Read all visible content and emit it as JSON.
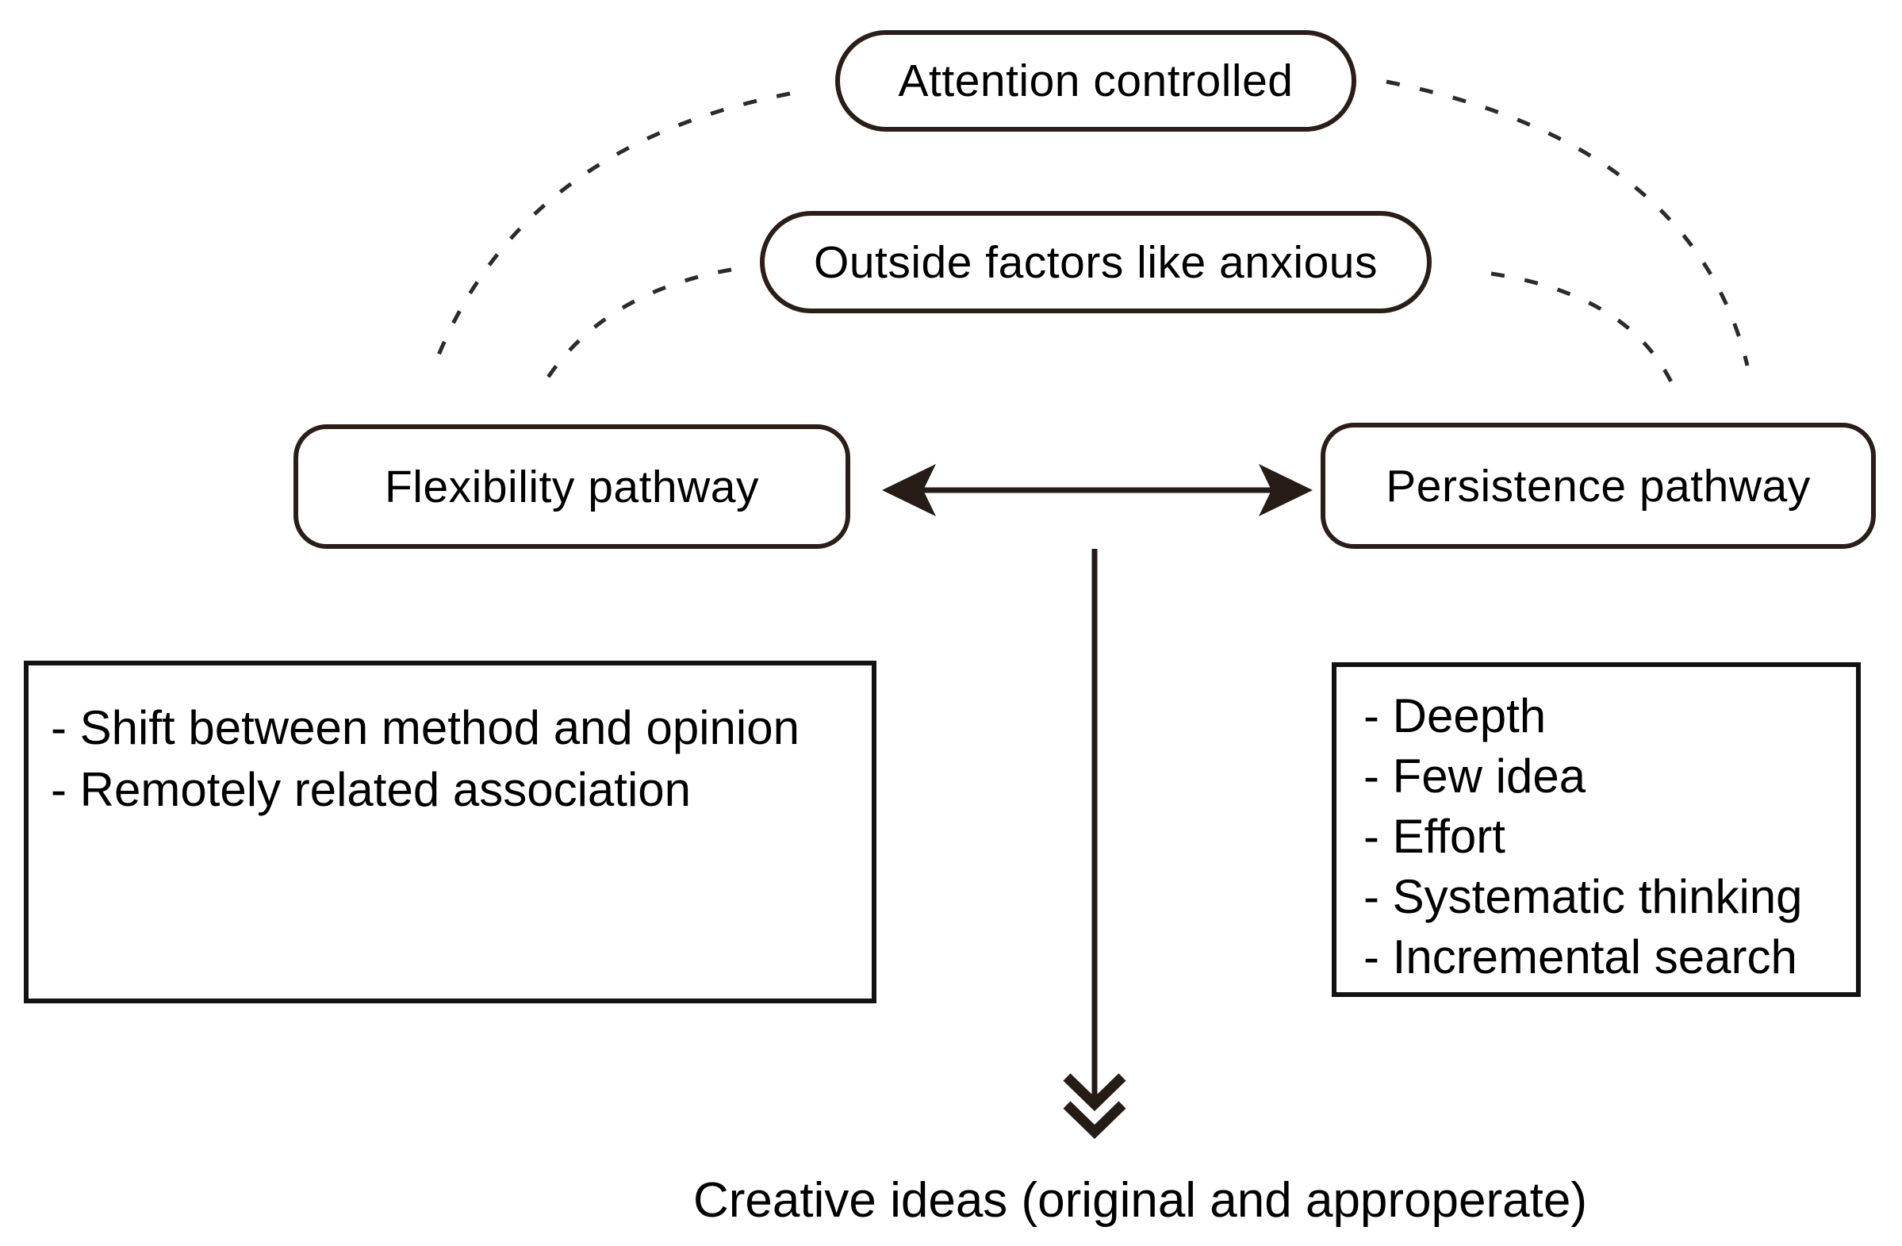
{
  "nodes": {
    "attention": "Attention controlled",
    "outside_factors": "Outside factors like anxious",
    "flexibility": "Flexibility pathway",
    "persistence": "Persistence pathway"
  },
  "flexibility_list": {
    "items": [
      "- Shift between method and opinion",
      "- Remotely related association"
    ]
  },
  "persistence_list": {
    "items": [
      "- Deepth",
      "- Few idea",
      "- Effort",
      "- Systematic thinking",
      "- Incremental search"
    ]
  },
  "outcome_label": "Creative ideas (original and approperate)",
  "connectors": {
    "pathway_link": "bidirectional-arrow",
    "outcome_link": "double-chevron-down-arrow",
    "moderation_links": "dashed-arcs"
  },
  "colors": {
    "background": "#ffffff",
    "text": "#000000",
    "rounded_box_border": "#2a1e16",
    "rect_box_border": "#121212",
    "arrow": "#241c15",
    "dashed_line": "#2b2b2b"
  }
}
